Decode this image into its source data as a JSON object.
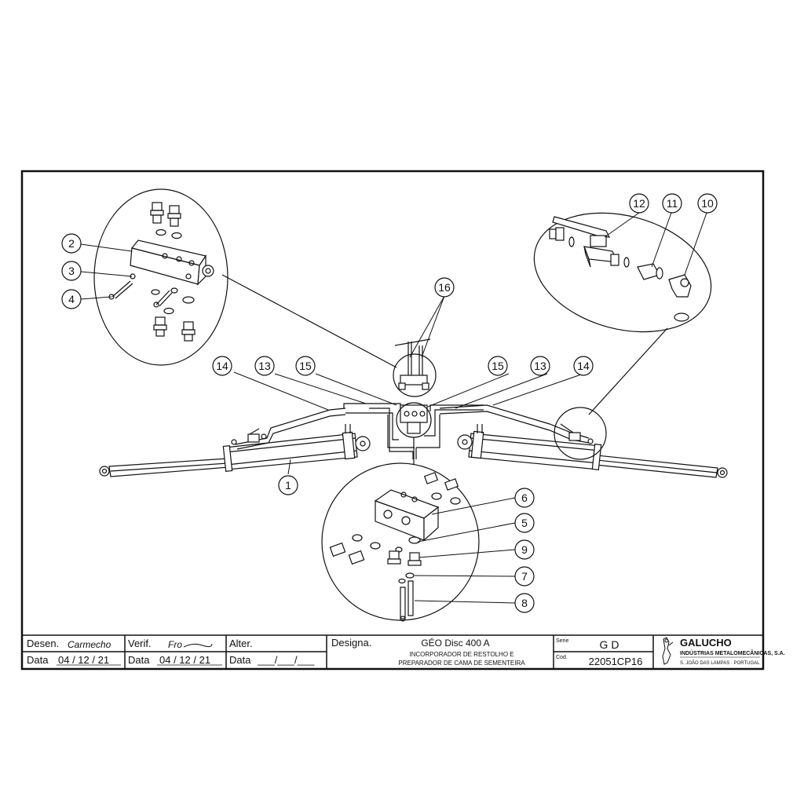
{
  "callouts": [
    {
      "id": "c1",
      "label": "1"
    },
    {
      "id": "c2",
      "label": "2"
    },
    {
      "id": "c3",
      "label": "3"
    },
    {
      "id": "c4",
      "label": "4"
    },
    {
      "id": "c5",
      "label": "5"
    },
    {
      "id": "c6",
      "label": "6"
    },
    {
      "id": "c7",
      "label": "7"
    },
    {
      "id": "c8",
      "label": "8"
    },
    {
      "id": "c9",
      "label": "9"
    },
    {
      "id": "c10",
      "label": "10"
    },
    {
      "id": "c11",
      "label": "11"
    },
    {
      "id": "c12",
      "label": "12"
    },
    {
      "id": "c13a",
      "label": "13"
    },
    {
      "id": "c13b",
      "label": "13"
    },
    {
      "id": "c14a",
      "label": "14"
    },
    {
      "id": "c14b",
      "label": "14"
    },
    {
      "id": "c15a",
      "label": "15"
    },
    {
      "id": "c15b",
      "label": "15"
    },
    {
      "id": "c16",
      "label": "16"
    }
  ],
  "title_block": {
    "desen_label": "Desen.",
    "verif_label": "Verif.",
    "alter_label": "Alter.",
    "data_label": "Data",
    "desen_date": "04 / 12 / 21",
    "verif_date": "04 / 12 / 21",
    "alter_date": "___/___/___",
    "designa_label": "Designa.",
    "product_name": "GÉO Disc 400 A",
    "description_line1": "INCORPORADOR DE RESTOLHO E",
    "description_line2": "PREPARADOR DE CAMA DE SEMENTEIRA",
    "serie_label": "Serie",
    "serie_value": "G D",
    "cod_label": "Cod.",
    "cod_value": "22051CP16",
    "company_name": "GALUCHO",
    "company_full": "INDÚSTRIAS METALOMECÂNICAS, S.A.",
    "company_location": "S. JOÃO DAS LAMPAS · PORTUGAL",
    "desen_signature": "Carmecho",
    "verif_signature": "Fro"
  }
}
